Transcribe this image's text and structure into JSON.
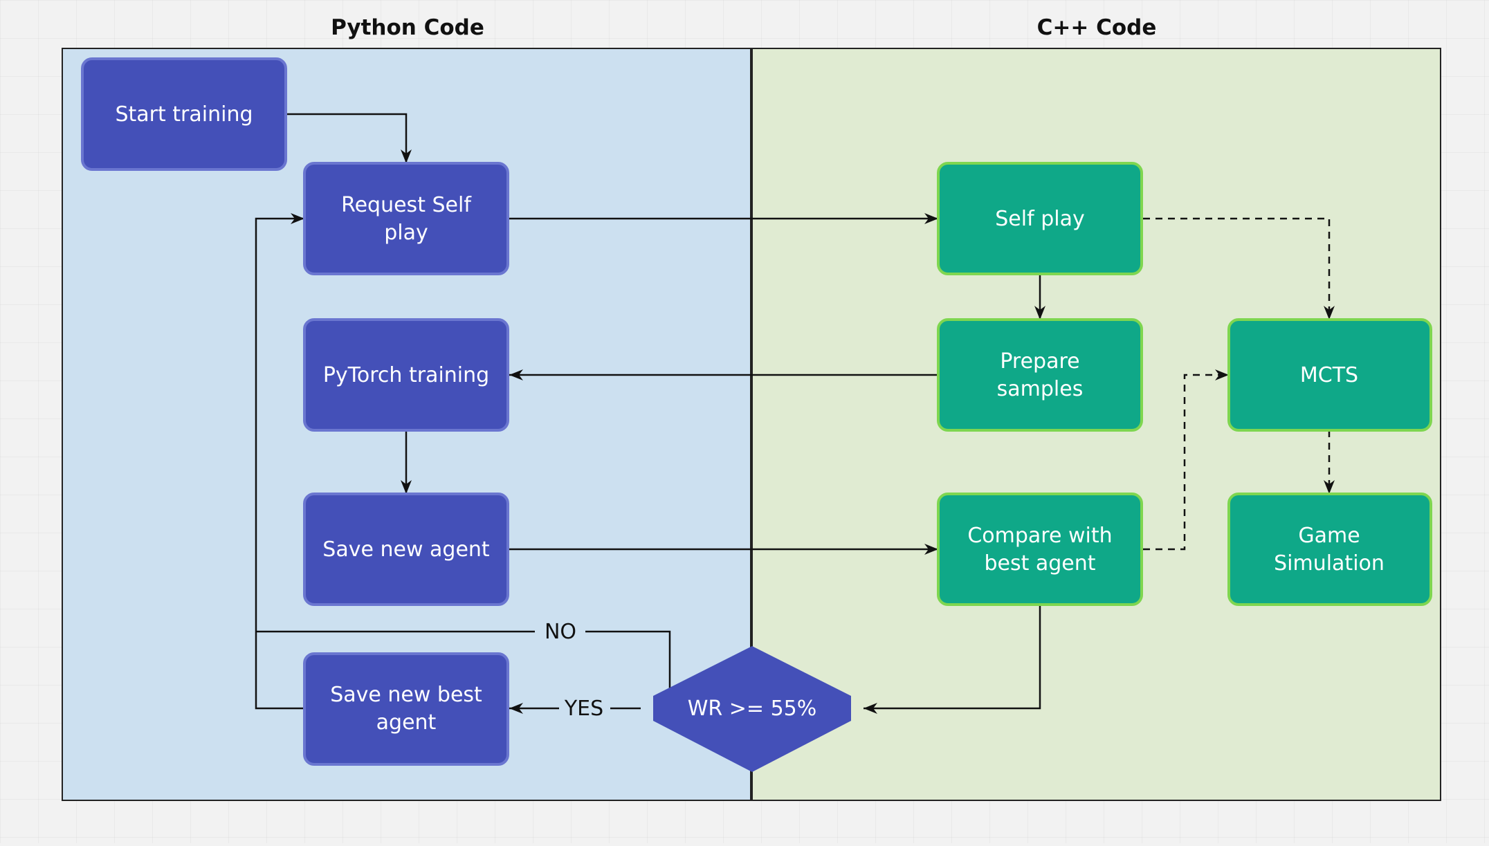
{
  "colors": {
    "python_zone": "#cce0f0",
    "cpp_zone": "#e0ebd2",
    "python_node": "#4450b8",
    "python_node_border": "#6a76d0",
    "cpp_node": "#0fa888",
    "cpp_node_border": "#7ed650",
    "edge": "#111111",
    "node_text": "#ffffff"
  },
  "zones": {
    "python": {
      "title": "Python Code"
    },
    "cpp": {
      "title": "C++ Code"
    }
  },
  "nodes": {
    "start_training": {
      "lines": [
        "Start training"
      ]
    },
    "request_self_play": {
      "lines": [
        "Request Self",
        "play"
      ]
    },
    "pytorch_training": {
      "lines": [
        "PyTorch training"
      ]
    },
    "save_new_agent": {
      "lines": [
        "Save new agent"
      ]
    },
    "save_new_best_agent": {
      "lines": [
        "Save new best",
        "agent"
      ]
    },
    "wr_decision": {
      "lines": [
        "WR >= 55%"
      ]
    },
    "self_play": {
      "lines": [
        "Self play"
      ]
    },
    "prepare_samples": {
      "lines": [
        "Prepare",
        "samples"
      ]
    },
    "compare_with_best": {
      "lines": [
        "Compare with",
        "best agent"
      ]
    },
    "mcts": {
      "lines": [
        "MCTS"
      ]
    },
    "game_simulation": {
      "lines": [
        "Game",
        "Simulation"
      ]
    }
  },
  "edge_labels": {
    "no": "NO",
    "yes": "YES"
  }
}
